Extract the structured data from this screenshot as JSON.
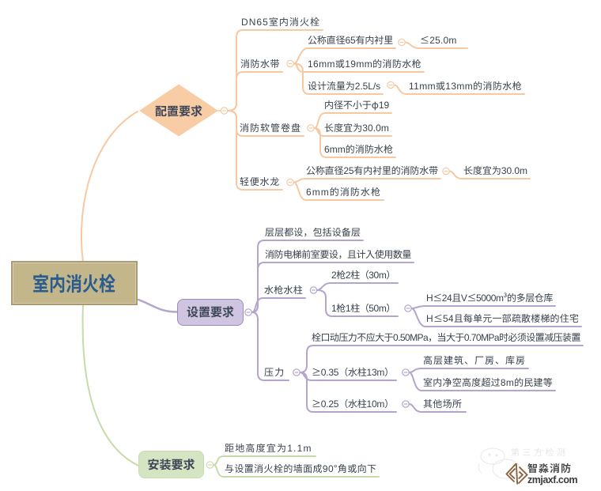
{
  "root": {
    "text": "室内消火栓"
  },
  "branches": [
    {
      "topic": "配置要求",
      "color": "#f6c9a2",
      "children": [
        {
          "text": "DN65室内消火栓"
        },
        {
          "text": "消防水带",
          "children": [
            {
              "text": "公称直径65有内衬里",
              "children": [
                {
                  "text": "≤25.0m"
                }
              ]
            },
            {
              "text": "16mm或19mm的消防水枪"
            },
            {
              "text": "设计流量为2.5L/s",
              "children": [
                {
                  "text": "11mm或13mm的消防水枪"
                }
              ]
            }
          ]
        },
        {
          "text": "消防软管卷盘",
          "children": [
            {
              "text": "内径不小于φ19"
            },
            {
              "text": "长度宜为30.0m"
            },
            {
              "text": "6mm的消防水枪"
            }
          ]
        },
        {
          "text": "轻便水龙",
          "children": [
            {
              "text": "公称直径25有内衬里的消防水带",
              "children": [
                {
                  "text": "长度宜为30.0m"
                }
              ]
            },
            {
              "text": "6mm的消防水枪"
            }
          ]
        }
      ]
    },
    {
      "topic": "设置要求",
      "color": "#b3a5cb",
      "children": [
        {
          "text": "层层都设，包括设备层"
        },
        {
          "text": "消防电梯前室要设，且计入使用数量"
        },
        {
          "text": "水枪水柱",
          "children": [
            {
              "text": "2枪2柱（30m）"
            },
            {
              "text": "1枪1柱（50m）",
              "children": [
                {
                  "text": "H≤24且V≤5000m³的多层仓库"
                },
                {
                  "text": "H≤54且每单元一部疏散楼梯的住宅"
                }
              ]
            }
          ]
        },
        {
          "text": "压力",
          "children": [
            {
              "text": "栓口动压力不应大于0.50MPa，当大于0.70MPa时必须设置减压装置"
            },
            {
              "text": "≥0.35（水柱13m）",
              "children": [
                {
                  "text": "高层建筑、厂房、库房"
                },
                {
                  "text": "室内净空高度超过8m的民建等"
                }
              ]
            },
            {
              "text": "≥0.25（水柱10m）",
              "children": [
                {
                  "text": "其他场所"
                }
              ]
            }
          ]
        }
      ]
    },
    {
      "topic": "安装要求",
      "color": "#c7dbaa",
      "children": [
        {
          "text": "距地高度宜为1.1m"
        },
        {
          "text": "与设置消火栓的墙面成90°角或向下"
        }
      ]
    }
  ],
  "watermark": {
    "brand": "智淼消防",
    "site": "zmjaxf.com",
    "ghost": "第三方检测"
  }
}
